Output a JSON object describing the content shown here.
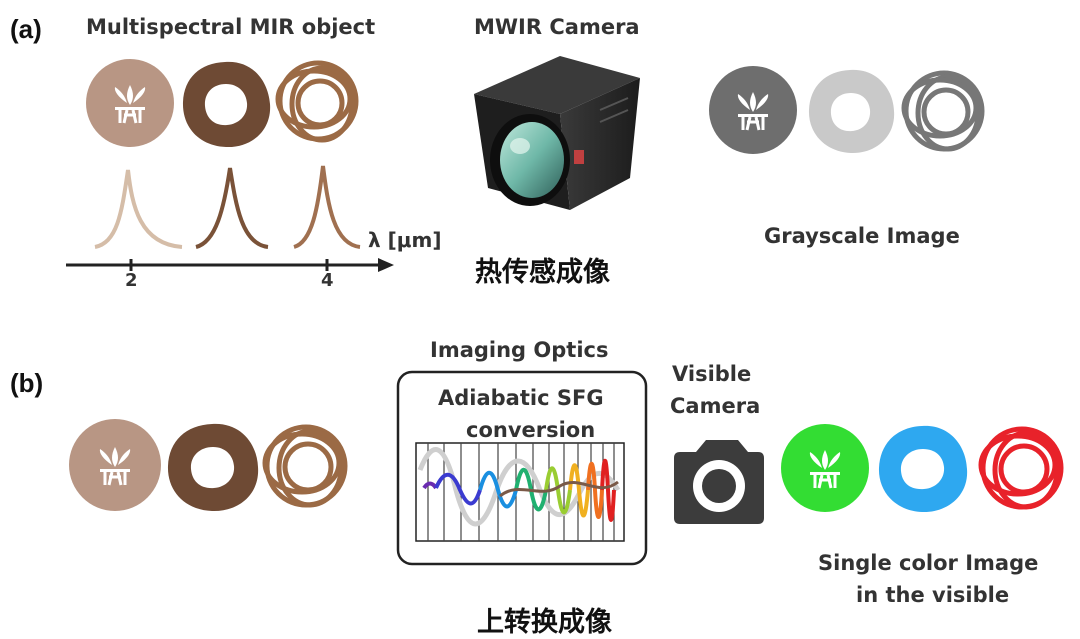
{
  "panel_a": {
    "label": "(a)",
    "object_title": "Multispectral MIR object",
    "camera_title": "MWIR Camera",
    "output_title": "Grayscale Image",
    "axis_label": "λ [μm]",
    "tick_2": "2",
    "tick_4": "4",
    "caption_cn": "热传感成像"
  },
  "panel_b": {
    "label": "(b)",
    "optics_title": "Imaging Optics",
    "box_title_line1": "Adiabatic SFG",
    "box_title_line2": "conversion",
    "camera_title_line1": "Visible",
    "camera_title_line2": "Camera",
    "output_line1": "Single color Image",
    "output_line2": "in the visible",
    "caption_cn": "上转换成像"
  },
  "colors": {
    "tan": "#b89684",
    "dark_brown": "#6e4a34",
    "rope_brown": "#9b6a45",
    "gray_dark": "#6e6e6e",
    "gray_light": "#c9c9c9",
    "gray_rope": "#777777",
    "green": "#33dd33",
    "blue": "#2ea8f0",
    "red": "#e8222a"
  }
}
